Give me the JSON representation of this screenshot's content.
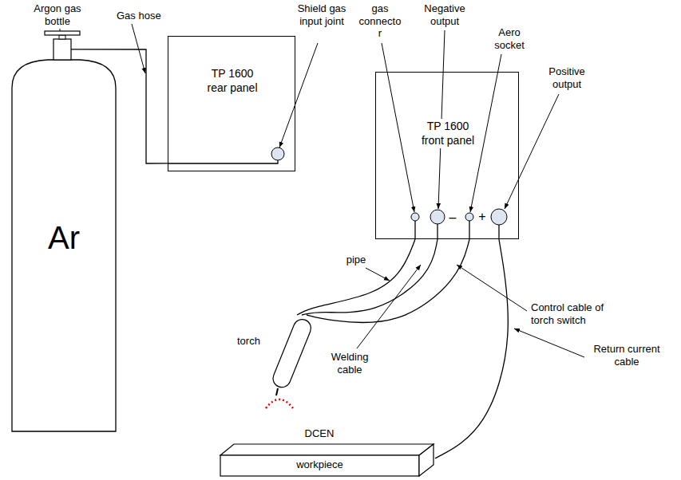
{
  "diagram": {
    "nodes": [
      {
        "text": [
          "Ar"
        ]
      },
      {
        "text": [
          "TP 1600 rear panel"
        ]
      },
      {
        "text": [
          "TP 1600 front panel"
        ]
      },
      {
        "text": [
          "torch"
        ]
      },
      {
        "text": [
          "workpiece"
        ]
      }
    ],
    "edges": [
      {
        "from": 0,
        "to": 1,
        "arrow": "none"
      },
      {
        "from": 2,
        "to": 3,
        "arrow": "none"
      },
      {
        "from": 2,
        "to": 3,
        "arrow": "none"
      },
      {
        "from": 2,
        "to": 3,
        "arrow": "none"
      },
      {
        "from": 2,
        "to": 4,
        "arrow": "none"
      }
    ],
    "labels": [
      "Argon gas bottle",
      "Gas hose",
      "Shield gas input joint",
      "gas connecto r",
      "Negative output",
      "Aero socket",
      "Positive output",
      "–",
      "+",
      "pipe",
      "Welding cable",
      "Control cable of torch switch",
      "Return current cable",
      "DCEN"
    ]
  }
}
